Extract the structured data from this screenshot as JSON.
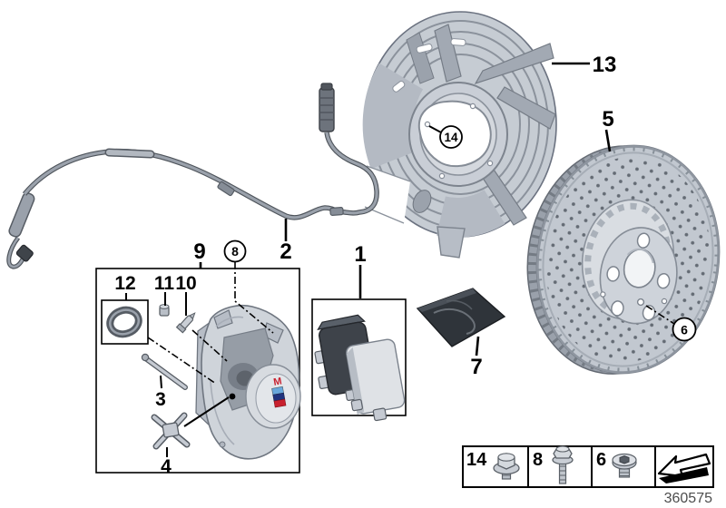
{
  "callouts": {
    "n1": "1",
    "n2": "2",
    "n3": "3",
    "n4": "4",
    "n5": "5",
    "n6": "6",
    "n7": "7",
    "n8": "8",
    "n9": "9",
    "n10": "10",
    "n11": "11",
    "n12": "12",
    "n13": "13",
    "n14": "14"
  },
  "caliper": {
    "logo": "M"
  },
  "legend": {
    "item1_label": "14",
    "item1_icon": "hex-flange-bolt-short-icon",
    "item2_label": "8",
    "item2_icon": "hex-flange-bolt-long-icon",
    "item3_label": "6",
    "item3_icon": "countersunk-socket-plug-icon",
    "item4_icon": "direction-arrow-icon"
  },
  "footer": {
    "doc_number": "360575"
  },
  "colors": {
    "background": "#ffffff",
    "part_fill": "#c9ced6",
    "part_mid": "#b2b8c1",
    "part_shadow": "#9aa1ab",
    "outline": "#6b7280",
    "pad_dark": "#3e434a",
    "sachet_dark": "#2f343a",
    "m_stripe_light_blue": "#69a8dc",
    "m_stripe_dark_blue": "#20337e",
    "m_stripe_red": "#c8202e",
    "doc_number_gray": "#4d4d4d"
  }
}
